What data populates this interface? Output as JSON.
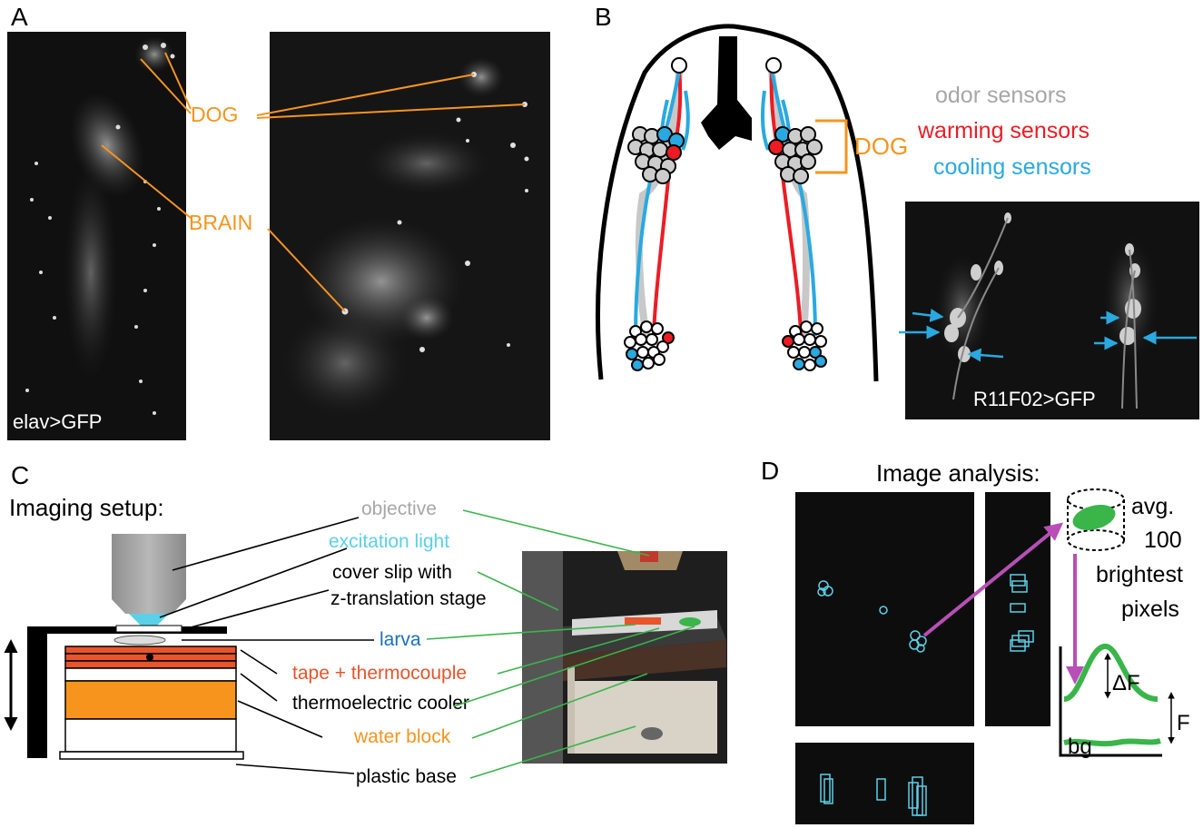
{
  "panels": {
    "a": {
      "letter": "A",
      "genotype": "elav>GFP",
      "dog_label": "DOG",
      "brain_label": "BRAIN"
    },
    "b": {
      "letter": "B",
      "dog_label": "DOG",
      "legend": [
        "odor sensors",
        "warming sensors",
        "cooling sensors"
      ],
      "inset_genotype": "R11F02>GFP"
    },
    "c": {
      "letter": "C",
      "title": "Imaging setup:",
      "labels": {
        "objective": "objective",
        "excitation": "excitation light",
        "cover1": "cover slip with",
        "cover2": "z-translation stage",
        "larva": "larva",
        "tape": "tape + thermocouple",
        "tec": "thermoelectric cooler",
        "water": "water block",
        "base": "plastic base"
      }
    },
    "d": {
      "letter": "D",
      "title": "Image analysis:",
      "avg_lines": [
        "avg.",
        "100",
        "brightest",
        "pixels"
      ],
      "delta_f": "ΔF",
      "f": "F",
      "bg": "bg"
    }
  },
  "colors": {
    "orange": "#f7941d",
    "red": "#ed1c24",
    "blue": "#29a9e0",
    "grey": "#a7a7a7",
    "green": "#39b54a",
    "magenta": "#b84fb7",
    "cyan": "#5bd0e8",
    "tape_red": "#e8542b",
    "larva_blue": "#1a6fbf"
  }
}
